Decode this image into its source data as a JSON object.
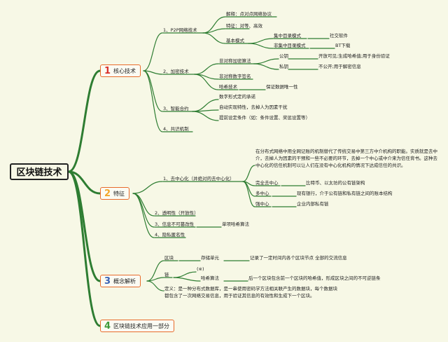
{
  "colors": {
    "background": "#f7f8e6",
    "link": "#2e7d32",
    "branch_border": "#e86b2b",
    "num1": "#d9302b",
    "num2": "#f2a72a",
    "num3": "#3a62b5",
    "num4": "#3f9a3a"
  },
  "root": {
    "title": "区块链技术"
  },
  "branches": {
    "b1": {
      "num": "1",
      "label": "核心技术",
      "p2p": {
        "label": "1、P2P网络技术",
        "explain": "解释：点对点网络协议",
        "feature": "特征：对等、高效",
        "mode": "基本模式",
        "central": "集中目录模式",
        "central_eg": "社交软件",
        "noncentral": "非集中目录模式",
        "noncentral_eg": "BT下载"
      },
      "crypto": {
        "label": "2、加密技术",
        "asym": "非对称加密算法",
        "pub": "公钥",
        "pub_desc": "开放可见;生成哈希值;用于身份验证",
        "priv": "私钥",
        "priv_desc": "不公开;用于解密信息",
        "sign": "非对称数字签名",
        "hash": "哈希技术",
        "hash_desc": "保证数据唯一性"
      },
      "contract": {
        "label": "3、智能合约",
        "c1": "数字形式定的承诺",
        "c2": "自动实现特性，去掉人为因素干扰",
        "c3": "提前设定条件（如：条件设置、奖惩设置等）"
      },
      "consensus": "4、共识机制"
    },
    "b2": {
      "num": "2",
      "label": "特征",
      "decentral": {
        "label": "1、去中心化（并绝对的去中心化）",
        "desc": "在分布式网络中用全网记账的机制替代了传统交易中第三方中介机构的职能。实质就是去中介，去掉人为因素的干预和一些不必要的环节，去掉一个中心或中介来为信任背书。这种去中心化的信任机制可以让人们在没有中心化机构的情况下达成信任的共识。",
        "full": "完全去中心",
        "full_eg": "比特币、以太坊的公有链架构",
        "multi": "多中心",
        "multi_eg": "现有银行，介于公有链和私有链之间的账本结构",
        "strong": "强中心",
        "strong_eg": "企业内部私有链"
      },
      "transparent": "2、透明性（开放性）",
      "immutable": "3、信息不可篡改性",
      "immutable_eg": "单项哈希算法",
      "anonymous": "4、隐私匿名性"
    },
    "b3": {
      "num": "3",
      "label": "概念解析",
      "block": "区块",
      "storage": "存储单元",
      "storage_desc": "记录了一定时间内各个区块节点 全部的交流信息",
      "chain": "链",
      "hash_algo": "哈希算法",
      "hash_desc": "后一个区块包含前一个区块的哈希值，形成区块之间的不可逆链条",
      "chain_empty_mark": "(※)",
      "definition": "定义：是一种分布式数据库，是一串使用密码学方法相关联产生的数据块，每个数据块都包含了一次网络交易信息，用于验证其信息的有效性和生成下一个区块。"
    },
    "b4": {
      "num": "4",
      "label": "区块链技术应用一部分"
    }
  }
}
